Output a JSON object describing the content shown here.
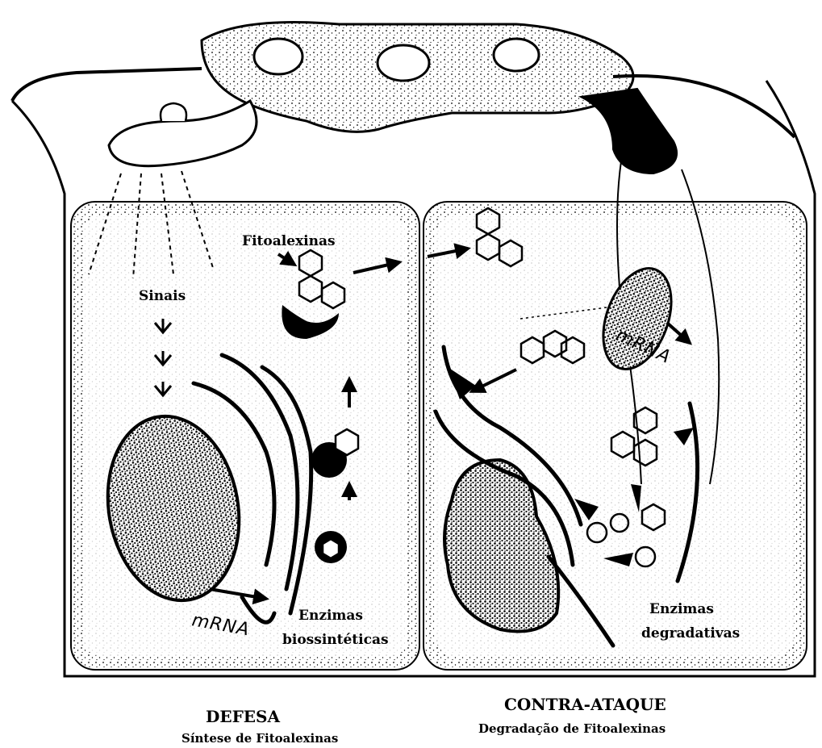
{
  "labels": {
    "fitoalexinas": "Fitoalexinas",
    "sinais": "Sinais",
    "mrna_left": "mRNA",
    "mrna_right": "mRNA",
    "enzimas_bio_1": "Enzimas",
    "enzimas_bio_2": "biossintéticas",
    "enzimas_deg_1": "Enzimas",
    "enzimas_deg_2": "degradativas"
  },
  "captions": {
    "left_title": "DEFESA",
    "left_subtitle": "Síntese de Fitoalexinas",
    "right_title": "CONTRA-ATAQUE",
    "right_subtitle": "Degradação de Fitoalexinas"
  },
  "colors": {
    "ink": "#000000",
    "paper": "#ffffff"
  }
}
